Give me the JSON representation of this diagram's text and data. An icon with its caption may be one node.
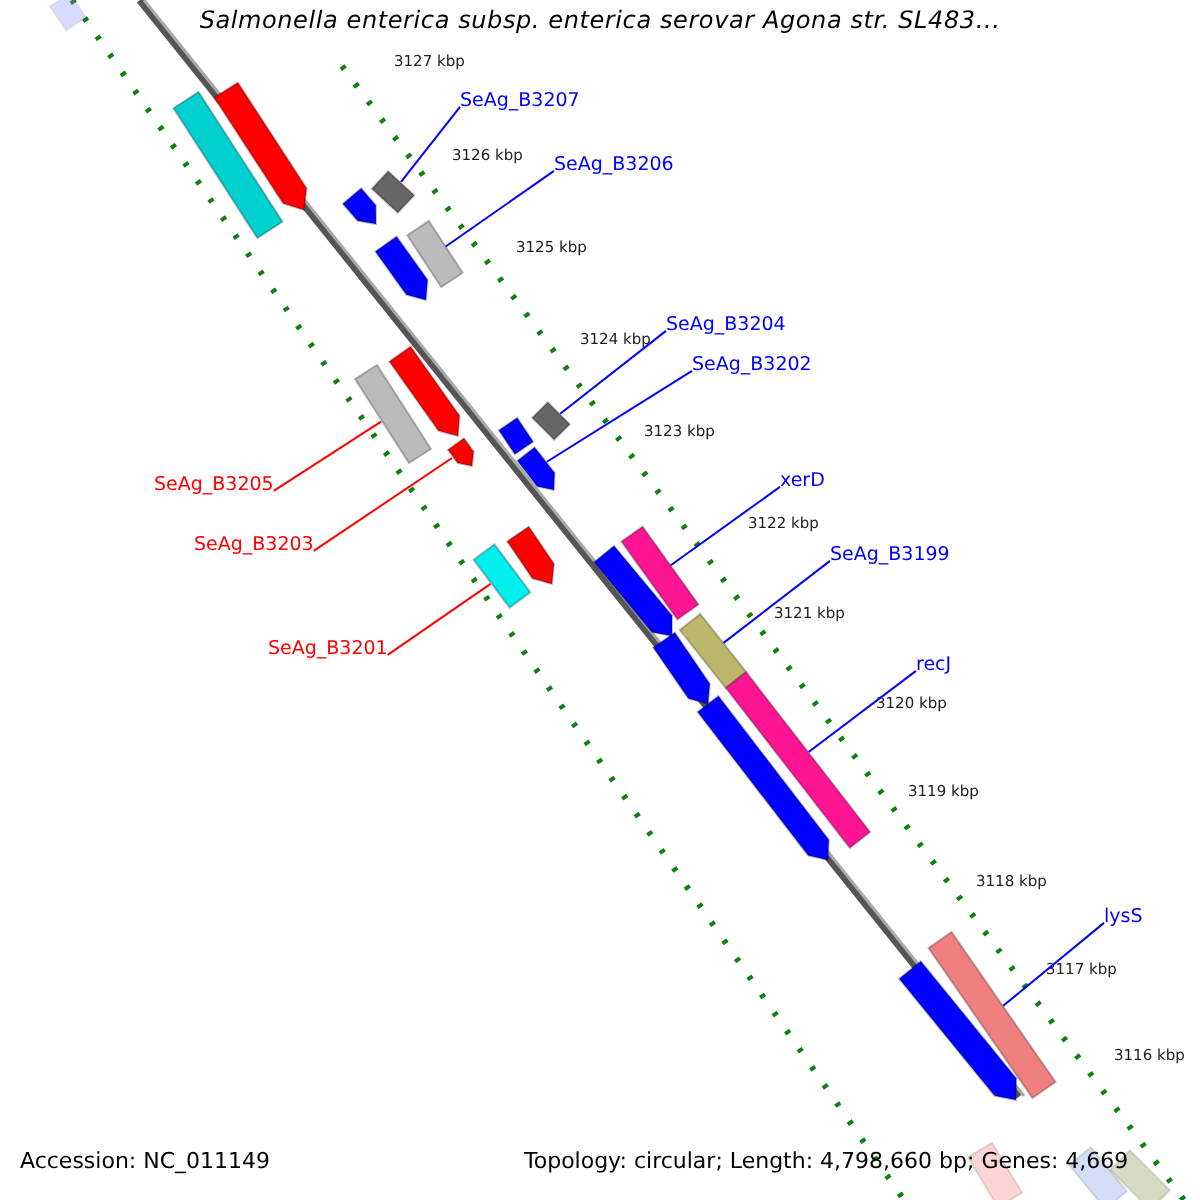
{
  "diagram": {
    "title": "Salmonella enterica subsp. enterica serovar Agona str. SL483...",
    "nodes": [
      {
        "text": [
          "SeAg_B3207"
        ]
      },
      {
        "text": [
          "SeAg_B3206"
        ]
      },
      {
        "text": [
          "SeAg_B3204"
        ]
      },
      {
        "text": [
          "SeAg_B3202"
        ]
      },
      {
        "text": [
          "xerD"
        ]
      },
      {
        "text": [
          "SeAg_B3199"
        ]
      },
      {
        "text": [
          "recJ"
        ]
      },
      {
        "text": [
          "lysS"
        ]
      },
      {
        "text": [
          "SeAg_B3205"
        ]
      },
      {
        "text": [
          "SeAg_B3203"
        ]
      },
      {
        "text": [
          "SeAg_B3201"
        ]
      },
      {
        "text": [],
        "shape": "bar"
      },
      {
        "text": [],
        "shape": "bar"
      },
      {
        "text": [],
        "shape": "bar"
      },
      {
        "text": [],
        "shape": "bar"
      },
      {
        "text": [],
        "shape": "bar"
      },
      {
        "text": [],
        "shape": "bar"
      },
      {
        "text": [],
        "shape": "bar"
      },
      {
        "text": [],
        "shape": "bar"
      },
      {
        "text": [],
        "shape": "bar"
      },
      {
        "text": [],
        "shape": "bar"
      },
      {
        "text": [],
        "shape": "bar"
      },
      {
        "text": [],
        "shape": "bar"
      },
      {
        "text": [],
        "shape": "bar"
      },
      {
        "text": [],
        "shape": "bar"
      },
      {
        "text": [],
        "shape": "bar"
      },
      {
        "text": [],
        "shape": "bar"
      },
      {
        "text": [],
        "shape": "bar"
      },
      {
        "text": [],
        "shape": "bar"
      },
      {
        "text": [],
        "shape": "bar"
      },
      {
        "text": [],
        "shape": "bar"
      },
      {
        "text": [],
        "shape": "bar"
      },
      {
        "text": [],
        "shape": "bar"
      },
      {
        "text": [],
        "shape": "bar"
      },
      {
        "text": [],
        "shape": "bar"
      },
      {
        "text": [],
        "shape": "bar"
      },
      {
        "text": [],
        "shape": "bar"
      }
    ],
    "edges": [
      {
        "from": 0,
        "to": 11,
        "arrow": "none"
      },
      {
        "from": 1,
        "to": 12,
        "arrow": "none"
      },
      {
        "from": 2,
        "to": 13,
        "arrow": "none"
      },
      {
        "from": 3,
        "to": 14,
        "arrow": "none"
      },
      {
        "from": 4,
        "to": 15,
        "arrow": "none"
      },
      {
        "from": 5,
        "to": 16,
        "arrow": "none"
      },
      {
        "from": 6,
        "to": 17,
        "arrow": "none"
      },
      {
        "from": 7,
        "to": 18,
        "arrow": "none"
      },
      {
        "from": 8,
        "to": 19,
        "arrow": "none",
        "color": "#ff0000"
      },
      {
        "from": 9,
        "to": 20,
        "arrow": "none",
        "color": "#ff0000"
      },
      {
        "from": 10,
        "to": 21,
        "arrow": "none",
        "color": "#ff0000"
      }
    ],
    "labels": [
      "3127 kbp",
      "3126 kbp",
      "3125 kbp",
      "3124 kbp",
      "3123 kbp",
      "3122 kbp",
      "3121 kbp",
      "3120 kbp",
      "3119 kbp",
      "3118 kbp",
      "3117 kbp",
      "3116 kbp",
      "Accession: NC_011149",
      "Topology: circular; Length: 4,798,660 bp; Genes: 4,669"
    ]
  }
}
